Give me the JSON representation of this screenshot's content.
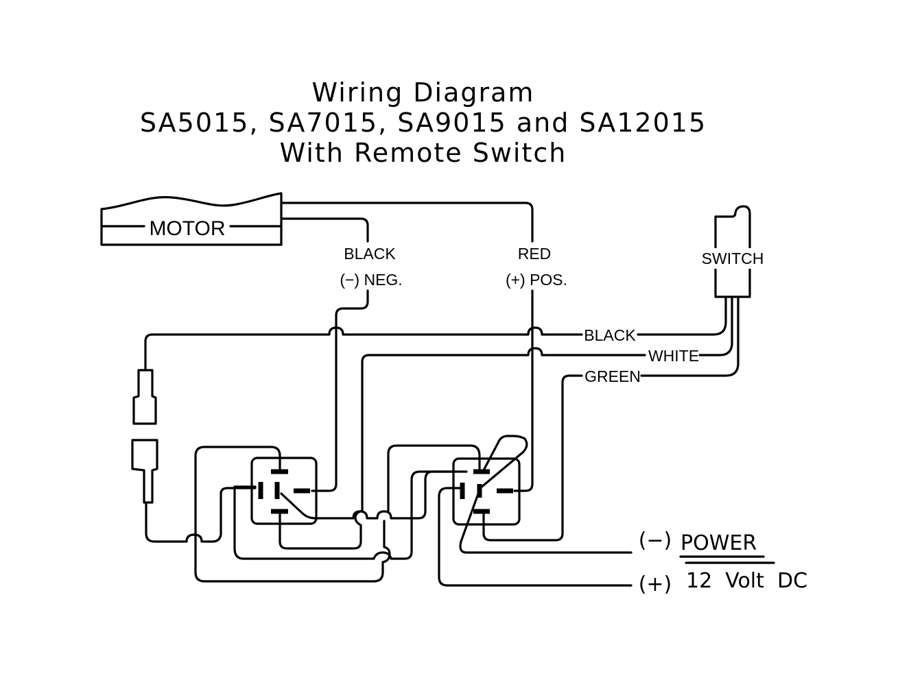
{
  "title": {
    "line1": "Wiring Diagram",
    "line2": "SA5015, SA7015, SA9015 and SA12015",
    "line3": "With Remote Switch"
  },
  "components": {
    "motor": {
      "label": "MOTOR"
    },
    "switch": {
      "label": "SWITCH"
    },
    "connector": {
      "label": ""
    },
    "relays": [
      {
        "id": "relay-1"
      },
      {
        "id": "relay-2"
      }
    ]
  },
  "motor_leads": {
    "negative": {
      "color_label": "BLACK",
      "polarity_label": "(−)  NEG."
    },
    "positive": {
      "color_label": "RED",
      "polarity_label": "(+)  POS."
    }
  },
  "switch_wires": [
    {
      "label": "BLACK"
    },
    {
      "label": "WHITE"
    },
    {
      "label": "GREEN"
    }
  ],
  "power": {
    "negative_label": "(−)",
    "positive_label": "(+)",
    "title": "POWER",
    "spec": "12  Volt  DC"
  }
}
